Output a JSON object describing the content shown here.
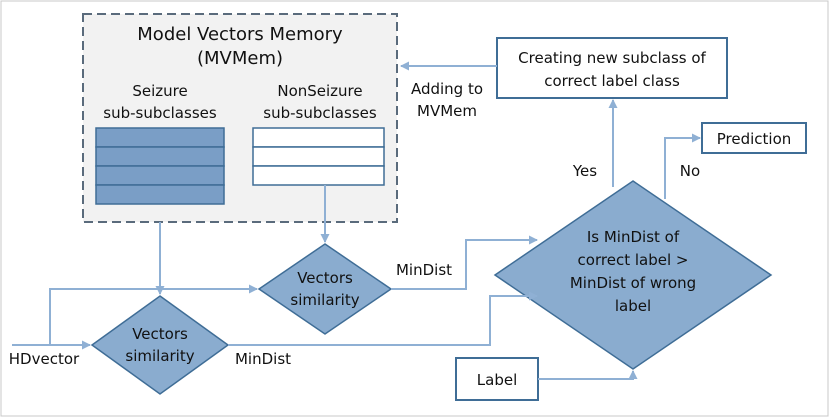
{
  "diagram": {
    "memory": {
      "title_line1": "Model Vectors Memory",
      "title_line2": "(MVMem)",
      "seizure_line1": "Seizure",
      "seizure_line2": "sub-subclasses",
      "nonseizure_line1": "NonSeizure",
      "nonseizure_line2": "sub-subclasses"
    },
    "new_subclass_line1": "Creating new subclass of",
    "new_subclass_line2": "correct label class",
    "adding_line1": "Adding to",
    "adding_line2": "MVMem",
    "similarity_upper_line1": "Vectors",
    "similarity_upper_line2": "similarity",
    "similarity_lower_line1": "Vectors",
    "similarity_lower_line2": "similarity",
    "mindist_upper": "MinDist",
    "mindist_lower": "MinDist",
    "hdvector": "HDvector",
    "label": "Label",
    "decision_line1": "Is MinDist of",
    "decision_line2": "correct label >",
    "decision_line3": "MinDist of wrong",
    "decision_line4": "label",
    "yes": "Yes",
    "no": "No",
    "prediction": "Prediction"
  },
  "colors": {
    "arrow": "#8fb0d4",
    "diamond_fill": "#8aaccf",
    "diamond_stroke": "#3f6d96",
    "box_stroke": "#3f6d96",
    "seizure_fill": "#7a9ec6",
    "memory_fill": "#f2f2f2",
    "memory_border": "#5a6b7c"
  }
}
